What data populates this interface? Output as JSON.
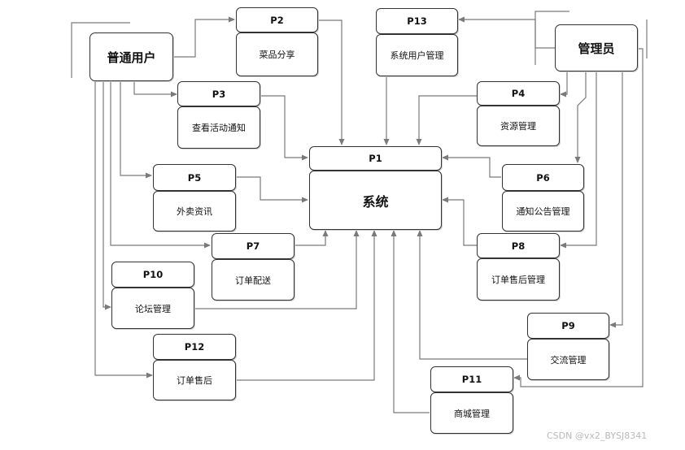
{
  "actors": {
    "user": "普通用户",
    "admin": "管理员"
  },
  "system": {
    "id": "P1",
    "label": "系统"
  },
  "processes": [
    {
      "key": "p2",
      "id": "P2",
      "label": "菜品分享"
    },
    {
      "key": "p3",
      "id": "P3",
      "label": "查看活动通知"
    },
    {
      "key": "p4",
      "id": "P4",
      "label": "资源管理"
    },
    {
      "key": "p5",
      "id": "P5",
      "label": "外卖资讯"
    },
    {
      "key": "p6",
      "id": "P6",
      "label": "通知公告管理"
    },
    {
      "key": "p7",
      "id": "P7",
      "label": "订单配送"
    },
    {
      "key": "p8",
      "id": "P8",
      "label": "订单售后管理"
    },
    {
      "key": "p9",
      "id": "P9",
      "label": "交流管理"
    },
    {
      "key": "p10",
      "id": "P10",
      "label": "论坛管理"
    },
    {
      "key": "p11",
      "id": "P11",
      "label": "商城管理"
    },
    {
      "key": "p12",
      "id": "P12",
      "label": "订单售后"
    },
    {
      "key": "p13",
      "id": "P13",
      "label": "系统用户管理"
    }
  ],
  "watermark": "CSDN @vx2_BYSJ8341",
  "colors": {
    "line": "#7a7a7a",
    "border": "#333333"
  }
}
